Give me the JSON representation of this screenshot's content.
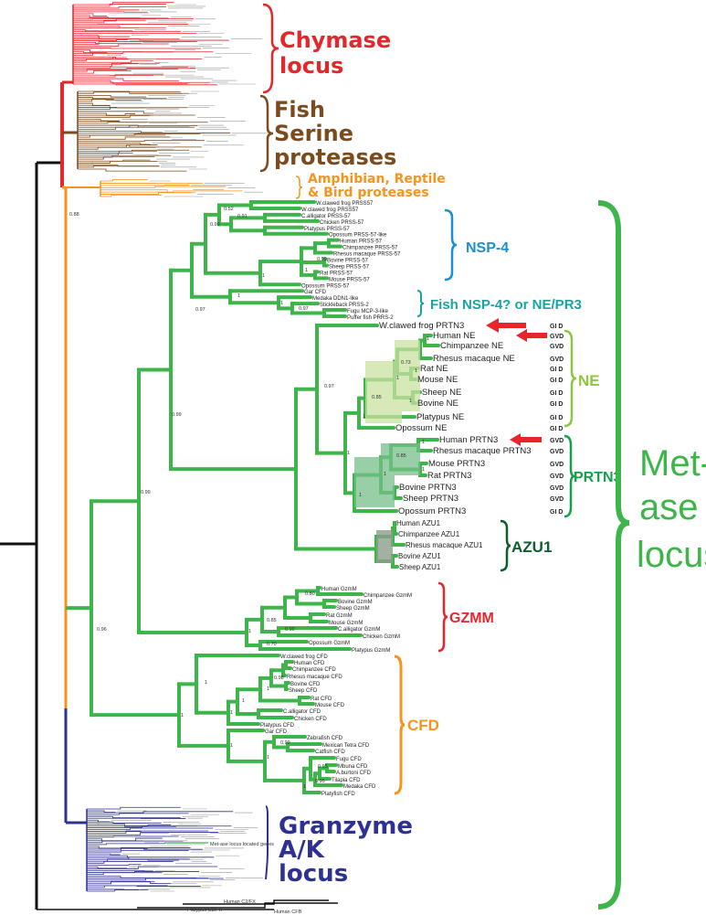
{
  "clade_labels": {
    "chymase": [
      "Chymase",
      "locus"
    ],
    "fish_serine": [
      "Fish",
      "Serine",
      "proteases"
    ],
    "amphibian": [
      "Amphibian, Reptile",
      "& Bird  proteases"
    ],
    "nsp4": "NSP-4",
    "fish_nsp4": "Fish NSP-4? or NE/PR3",
    "ne": "NE",
    "prtn3": "PRTN3",
    "azu1": "AZU1",
    "gzmm": "GZMM",
    "cfd": "CFD",
    "metase": [
      "Met-",
      "ase",
      "locus"
    ],
    "granzyme": [
      "Granzyme",
      "A/K",
      "locus"
    ]
  },
  "other_labels": {
    "root_support": "0.88",
    "metase_located": "Met-ase locus located genes",
    "human_cfb": "Human CFB",
    "human_c2": "Human C2/FX",
    "platypus_c2": "Platypus C2/FX"
  },
  "colors": {
    "chymase": "#e5262b",
    "fish": "#7b4a1d",
    "amphibian": "#f7941d",
    "metase": "#3db54a",
    "nsp4": "#1b8fd2",
    "fish_nsp4": "#1aa3a0",
    "ne": "#8dc63f",
    "prtn3": "#13a14b",
    "azu1": "#0b5e2d",
    "gzmm": "#e5262b",
    "cfd": "#f7941d",
    "granzyme": "#2e3192",
    "ne_shade": "#c9e2a2",
    "prtn3_shade": "#77bf8a",
    "azu1_shade": "#8c9d8c",
    "arrow": "#e5262b"
  },
  "leaves": [
    {
      "name": "W.clawed frog PRSS57"
    },
    {
      "name": "W.clawed frog  PRSS57"
    },
    {
      "name": "C.alligator PRSS-57"
    },
    {
      "name": "Chicken PRSS-57"
    },
    {
      "name": "Platypus PRSS-57"
    },
    {
      "name": "Opossum PRSS-57-like"
    },
    {
      "name": "Human PRSS-57"
    },
    {
      "name": "Chimpanzee PRSS-57"
    },
    {
      "name": "Rhesus macaque  PRSS-57"
    },
    {
      "name": "Bovine PRSS-57"
    },
    {
      "name": "Sheep PRSS-57"
    },
    {
      "name": "Rat PRSS-57"
    },
    {
      "name": "Mouse PRSS-57"
    },
    {
      "name": "Opossum PRSS-57"
    },
    {
      "name": "Gar CFD"
    },
    {
      "name": "Medaka DDN1-like"
    },
    {
      "name": "Stickleback PRSS-2"
    },
    {
      "name": "Fugu MCP-3-like"
    },
    {
      "name": "Puffer fish PRRS-2"
    },
    {
      "name": "W.clawed frog PRTN3",
      "motif": "GI D"
    },
    {
      "name": "Human NE",
      "motif": "GVD"
    },
    {
      "name": "Chimpanzee NE",
      "motif": "GVD"
    },
    {
      "name": "Rhesus macaque NE",
      "motif": "GVD"
    },
    {
      "name": "Rat NE",
      "motif": "GI D"
    },
    {
      "name": "Mouse NE",
      "motif": "GI D"
    },
    {
      "name": "Sheep NE",
      "motif": "GI D"
    },
    {
      "name": "Bovine NE",
      "motif": "GI D"
    },
    {
      "name": "Platypus NE",
      "motif": "GI D"
    },
    {
      "name": "Opossum NE",
      "motif": "GI D"
    },
    {
      "name": "Human PRTN3",
      "motif": "GVD"
    },
    {
      "name": "Rhesus macaque PRTN3",
      "motif": "GVD"
    },
    {
      "name": "Mouse PRTN3",
      "motif": "GVD"
    },
    {
      "name": "Rat PRTN3",
      "motif": "GVD"
    },
    {
      "name": "Bovine PRTN3",
      "motif": "GVD"
    },
    {
      "name": "Sheep PRTN3",
      "motif": "GVD"
    },
    {
      "name": "Opossum PRTN3",
      "motif": "GI D"
    },
    {
      "name": "Human AZU1"
    },
    {
      "name": "Chimpanzee AZU1"
    },
    {
      "name": "Rhesus macaque AZU1"
    },
    {
      "name": "Bovine AZU1"
    },
    {
      "name": "Sheep AZU1"
    },
    {
      "name": "Human GzmM"
    },
    {
      "name": "Chimpanzee GzmM"
    },
    {
      "name": "Bovine GzmM"
    },
    {
      "name": "Sheep GzmM"
    },
    {
      "name": "Rat GzmM"
    },
    {
      "name": "Mouse GzmM"
    },
    {
      "name": "C.alligator GzmM"
    },
    {
      "name": "Chicken GzmM"
    },
    {
      "name": "Opossum GzmM"
    },
    {
      "name": "Platypus GzmM"
    },
    {
      "name": "W.clawed frog CFD"
    },
    {
      "name": "Human CFD"
    },
    {
      "name": "Chimpanzee CFD"
    },
    {
      "name": "Rhesus macaque CFD"
    },
    {
      "name": "Bovine CFD"
    },
    {
      "name": "Sheep CFD"
    },
    {
      "name": "Rat CFD"
    },
    {
      "name": "Mouse CFD"
    },
    {
      "name": "C.alligator CFD"
    },
    {
      "name": "Chicken CFD"
    },
    {
      "name": "Platypus CFD"
    },
    {
      "name": "Gar CFD"
    },
    {
      "name": "Zebrafish CFD"
    },
    {
      "name": "Mexican Tetra CFD"
    },
    {
      "name": "Catfish CFD"
    },
    {
      "name": "Fugu CFD"
    },
    {
      "name": "Mbuna CFD"
    },
    {
      "name": "A.burtoni CFD"
    },
    {
      "name": "Tilapia CFD"
    },
    {
      "name": "Medaka CFD"
    },
    {
      "name": "Platyfish CFD"
    }
  ],
  "bootstrap": [
    "0.52",
    "0.91",
    "0.99",
    "1",
    "0.99",
    "1",
    "1",
    "1",
    "0.97",
    "0.97",
    "0.99",
    "0.97",
    "0.73",
    "1",
    "0.85",
    "1",
    "1",
    "1",
    "1",
    "1",
    "0.85",
    "1",
    "1",
    "1",
    "1",
    "0.99",
    "0.96",
    "0.80",
    "0.85",
    "1",
    "0.90",
    "0.70",
    "1",
    "0.98",
    "1",
    "1",
    "1",
    "1",
    "1",
    "0.99",
    "1",
    "0.95",
    "0.95",
    "1"
  ]
}
